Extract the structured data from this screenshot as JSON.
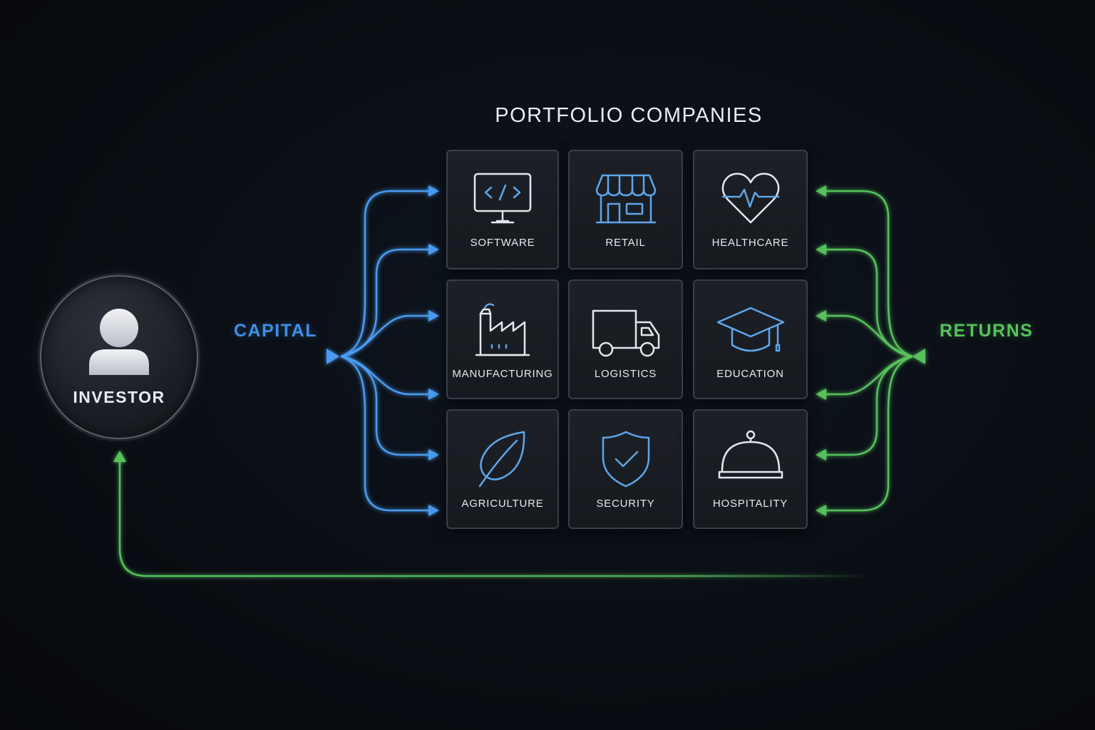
{
  "header": {
    "title": "PORTFOLIO COMPANIES"
  },
  "investor": {
    "label": "INVESTOR",
    "icon": "person-icon"
  },
  "flows": {
    "capital": {
      "label": "CAPITAL",
      "color": "#3f8fe6"
    },
    "returns": {
      "label": "RETURNS",
      "color": "#57c25c"
    }
  },
  "companies": [
    {
      "label": "SOFTWARE",
      "icon": "monitor-code-icon"
    },
    {
      "label": "RETAIL",
      "icon": "storefront-icon"
    },
    {
      "label": "HEALTHCARE",
      "icon": "heart-pulse-icon"
    },
    {
      "label": "MANUFACTURING",
      "icon": "factory-icon"
    },
    {
      "label": "LOGISTICS",
      "icon": "truck-icon"
    },
    {
      "label": "EDUCATION",
      "icon": "graduation-cap-icon"
    },
    {
      "label": "AGRICULTURE",
      "icon": "leaf-icon"
    },
    {
      "label": "SECURITY",
      "icon": "shield-check-icon"
    },
    {
      "label": "HOSPITALITY",
      "icon": "cloche-icon"
    }
  ],
  "colors": {
    "tile_icon": "#5ea6ea",
    "tile_icon_outline": "#e4e7ec"
  }
}
